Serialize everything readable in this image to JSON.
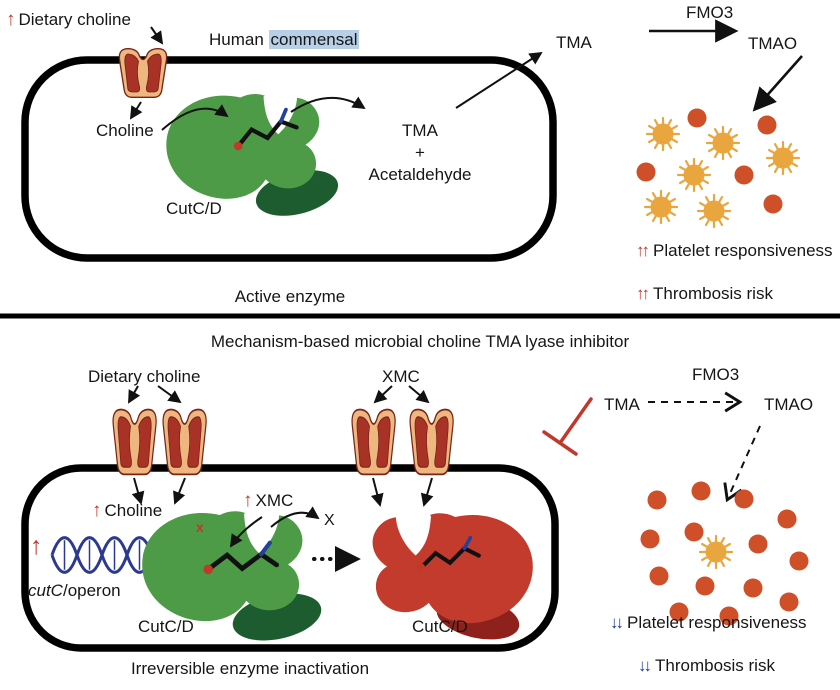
{
  "glyphs": {
    "up": "↑",
    "double_up": "↑↑",
    "double_down": "↓↓"
  },
  "colors": {
    "arrow_red": "#c0392b",
    "arrow_blue": "#1f3d9b",
    "highlight_blue": "#b8cfe8",
    "enzyme_green": "#4e9b47",
    "enzyme_dark_green": "#1d5c2f",
    "enzyme_red": "#c23b2c",
    "enzyme_dark_red": "#8e211b",
    "platelet_yellow": "#e9a63e",
    "platelet_red": "#cf4f28",
    "dna_blue": "#2b3990",
    "transporter_red": "#a93226",
    "transporter_tan": "#edb77f"
  },
  "top_panel": {
    "dietary_choline": "Dietary choline",
    "human": "Human",
    "commensal": "commensal",
    "choline": "Choline",
    "enzyme_label": "CutC/D",
    "tma": "TMA",
    "plus": "+",
    "acetaldehyde": "Acetaldehyde",
    "tma_outside": "TMA",
    "fmo3": "FMO3",
    "tmao": "TMAO",
    "platelet_responsiveness": "Platelet responsiveness",
    "thrombosis_risk": "Thrombosis risk",
    "caption": "Active enzyme"
  },
  "bottom_panel": {
    "title": "Mechanism-based microbial choline TMA lyase inhibitor",
    "dietary_choline": "Dietary choline",
    "xmc": "XMC",
    "choline": "Choline",
    "xmc_boost": "XMC",
    "cutc": "cutC",
    "operon": "/operon",
    "x_inhibit": "x",
    "x_product": "X",
    "enzyme_label_active": "CutC/D",
    "enzyme_label_inactive": "CutC/D",
    "tma": "TMA",
    "fmo3": "FMO3",
    "tmao": "TMAO",
    "platelet_responsiveness": "Platelet responsiveness",
    "thrombosis_risk": "Thrombosis risk",
    "caption": "Irreversible enzyme inactivation"
  }
}
